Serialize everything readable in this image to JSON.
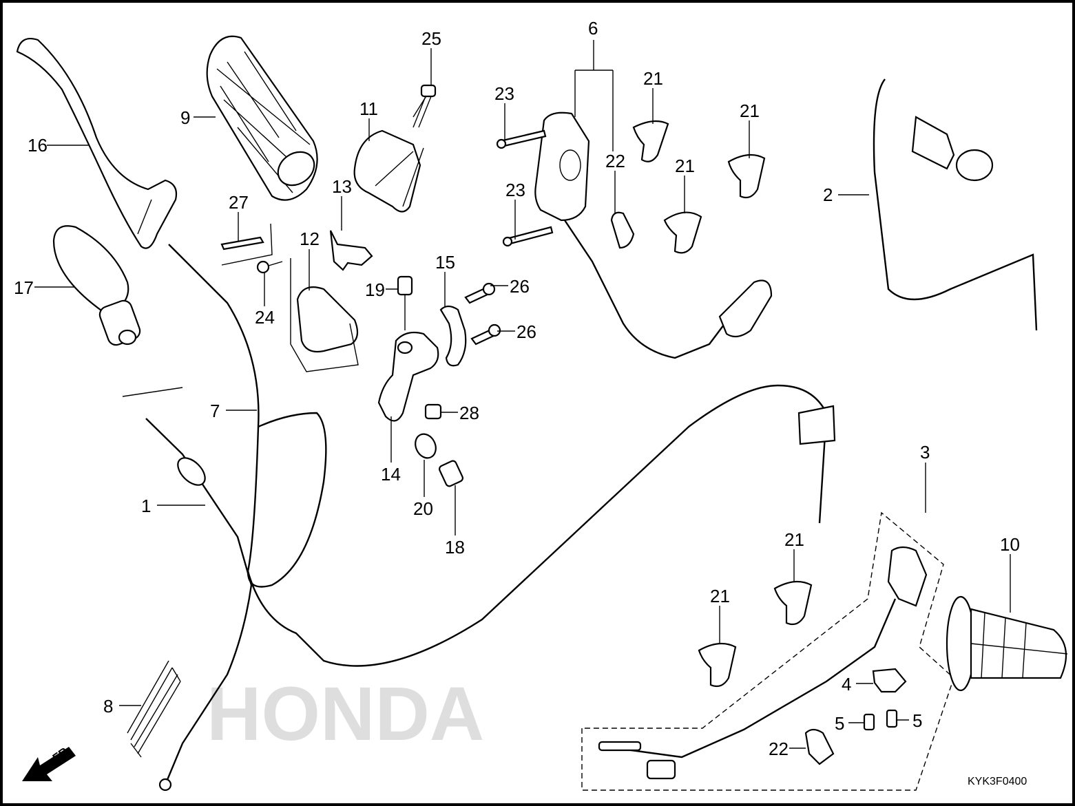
{
  "diagram": {
    "code": "KYK3F0400",
    "direction_label": "FR.",
    "watermark_text": "HONDA",
    "callouts": [
      {
        "id": "c1",
        "label": "1"
      },
      {
        "id": "c2",
        "label": "2"
      },
      {
        "id": "c3",
        "label": "3"
      },
      {
        "id": "c4",
        "label": "4"
      },
      {
        "id": "c5a",
        "label": "5"
      },
      {
        "id": "c5b",
        "label": "5"
      },
      {
        "id": "c6",
        "label": "6"
      },
      {
        "id": "c7",
        "label": "7"
      },
      {
        "id": "c8",
        "label": "8"
      },
      {
        "id": "c9",
        "label": "9"
      },
      {
        "id": "c10",
        "label": "10"
      },
      {
        "id": "c11",
        "label": "11"
      },
      {
        "id": "c12",
        "label": "12"
      },
      {
        "id": "c13",
        "label": "13"
      },
      {
        "id": "c14",
        "label": "14"
      },
      {
        "id": "c15",
        "label": "15"
      },
      {
        "id": "c16",
        "label": "16"
      },
      {
        "id": "c17",
        "label": "17"
      },
      {
        "id": "c18",
        "label": "18"
      },
      {
        "id": "c19",
        "label": "19"
      },
      {
        "id": "c20",
        "label": "20"
      },
      {
        "id": "c21a",
        "label": "21"
      },
      {
        "id": "c21b",
        "label": "21"
      },
      {
        "id": "c21c",
        "label": "21"
      },
      {
        "id": "c21d",
        "label": "21"
      },
      {
        "id": "c21e",
        "label": "21"
      },
      {
        "id": "c22a",
        "label": "22"
      },
      {
        "id": "c22b",
        "label": "22"
      },
      {
        "id": "c23a",
        "label": "23"
      },
      {
        "id": "c23b",
        "label": "23"
      },
      {
        "id": "c24",
        "label": "24"
      },
      {
        "id": "c25",
        "label": "25"
      },
      {
        "id": "c26a",
        "label": "26"
      },
      {
        "id": "c26b",
        "label": "26"
      },
      {
        "id": "c27",
        "label": "27"
      },
      {
        "id": "c28",
        "label": "28"
      }
    ]
  }
}
